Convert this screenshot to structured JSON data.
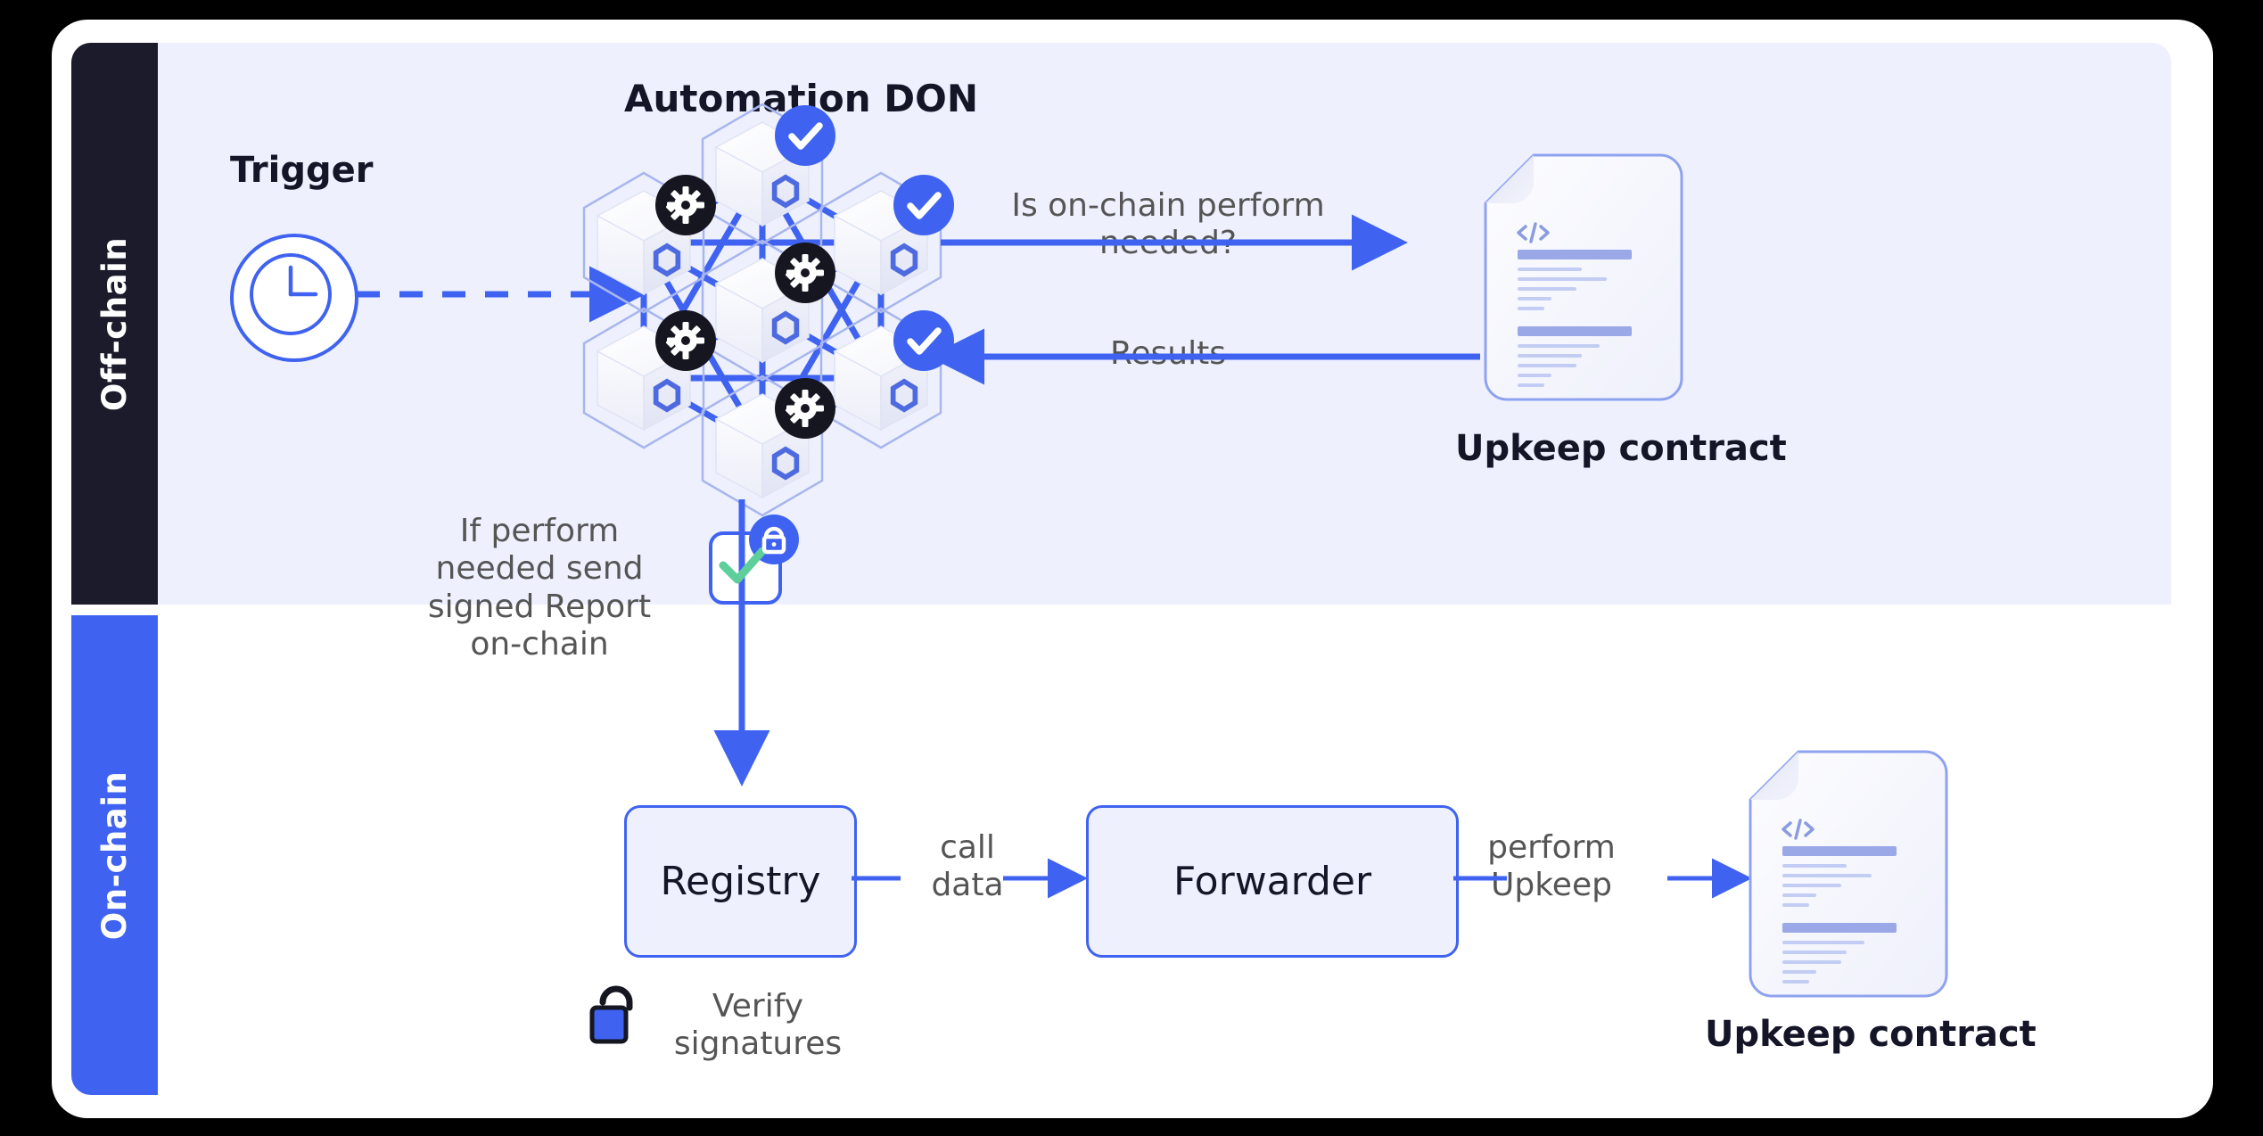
{
  "rails": {
    "offchain_label": "Off-chain",
    "onchain_label": "On-chain",
    "offchain_color": "#1b1b2b",
    "onchain_color": "#3f63f0"
  },
  "offchain": {
    "trigger_title": "Trigger",
    "trigger_icon": "clock-icon",
    "don_title": "Automation DON",
    "question_label": "Is on-chain perform\nneeded?",
    "results_label": "Results",
    "upkeep_contract_label": "Upkeep contract",
    "report_note": "If perform\nneeded send\nsigned Report\non-chain",
    "report_icon": "check-tile-icon",
    "report_badge_icon": "lock-icon",
    "nodes": [
      {
        "id": "node-top",
        "badge": "check-icon"
      },
      {
        "id": "node-upper-left",
        "badge": "gear-icon"
      },
      {
        "id": "node-upper-right",
        "badge": "check-icon"
      },
      {
        "id": "node-center",
        "badge": "gear-icon"
      },
      {
        "id": "node-lower-left",
        "badge": "gear-icon"
      },
      {
        "id": "node-lower-right",
        "badge": "check-icon"
      },
      {
        "id": "node-bottom",
        "badge": "gear-icon"
      }
    ]
  },
  "onchain": {
    "registry_label": "Registry",
    "forwarder_label": "Forwarder",
    "call_data_label": "call\ndata",
    "perform_upkeep_label": "perform\nUpkeep",
    "verify_label": "Verify\nsignatures",
    "verify_icon": "unlock-icon",
    "upkeep_contract_label": "Upkeep contract"
  },
  "colors": {
    "accent_blue": "#3f63f0",
    "panel_bg": "#eef1fd",
    "dark": "#1b1b2b",
    "text_gray": "#555555",
    "green_check": "#5ecf9a"
  }
}
